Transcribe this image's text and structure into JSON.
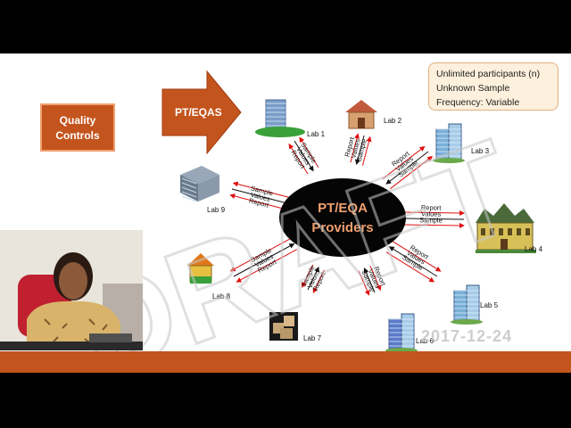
{
  "quality_controls": "Quality Controls",
  "pt_eqas": "PT/EQAS",
  "note": {
    "line1": "Unlimited participants (n)",
    "line2": "Unknown Sample",
    "line3": "Frequency: Variable"
  },
  "hub": {
    "line1": "PT/EQA",
    "line2": "Providers"
  },
  "flow_labels": {
    "sample": "Sample",
    "values": "Values",
    "report": "Report"
  },
  "labs": [
    "Lab 1",
    "Lab 2",
    "Lab 3",
    "Lab 4",
    "Lab 5",
    "Lab 6",
    "Lab 7",
    "Lab 8",
    "Lab 9"
  ],
  "watermark": "DRAFT",
  "date": "2017-12-24",
  "colors": {
    "accent": "#c4541d",
    "arrow_red": "#e01010",
    "arrow_black": "#111111",
    "note_bg": "#fdf0dc"
  }
}
